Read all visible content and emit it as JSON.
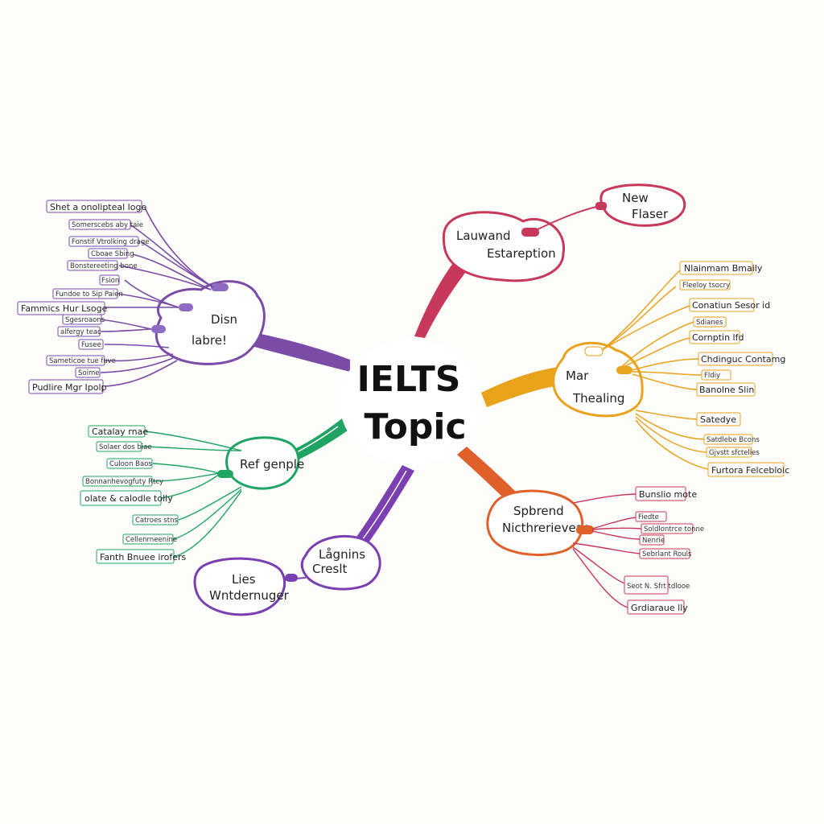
{
  "center": {
    "line1": "IELTS",
    "line2": "Topic"
  },
  "colors": {
    "purple": "#7b4ba8",
    "red": "#c8385a",
    "orange": "#e8a21c",
    "green": "#1fa463",
    "violet": "#7a3fb0",
    "coral": "#e0602a"
  },
  "branches": {
    "top_left": {
      "bubble": [
        "Disn",
        "labre!"
      ],
      "leaves": [
        "Shet a onolipteal loge",
        "Somerscebs aby taie",
        "Fonstif Vtrolking drage",
        "Cboae Sbing",
        "Bonstereeting bone",
        "Fsion",
        "Fundoe to Sip Paien",
        "Fammics Hur Lsoge",
        "Sgesroaons",
        "alfergy teac",
        "Fusee",
        "Sameticoe tue fuve",
        "Soime",
        "Pudlire Mgr Ipolp"
      ]
    },
    "top_right": {
      "bubble": [
        "Lauwand",
        "Estareption"
      ],
      "bubble2": [
        "New",
        "Flaser"
      ]
    },
    "right": {
      "bubble": [
        "Mar",
        "Thealing"
      ],
      "leaves": [
        "Nlainmam Bmaily",
        "Fleeloy tsocry",
        "Conatiun Sesor id",
        "Sdianes",
        "Cornptin lfd",
        "Chdinguc Contamg",
        "Fldiy",
        "Banolne Slin",
        "Satedye",
        "Satdlebe Bcons",
        "Gjvstt sfctelies",
        "Furtora Felcebloic"
      ]
    },
    "left": {
      "bubble": [
        "Ref genple"
      ],
      "leaves": [
        "Catalay rnae",
        "Solaer dos biae",
        "Culoon Baos",
        "Bonnanhevogfuty Rtcy",
        "olate & calodle tolly",
        "Catroes stns",
        "Cellenrneenine",
        "Fanth Bnuee irofers"
      ]
    },
    "bottom": {
      "bubble": [
        "Lågnins",
        "Creslt"
      ],
      "bubble2": [
        "Lies",
        "Wntdernuger"
      ]
    },
    "bottom_right": {
      "bubble": [
        "Spbrend",
        "Nicthrerieveas"
      ],
      "leaves": [
        "Bunslio mote",
        "Fiedte",
        "Soldlontrce tonne",
        "Nenrie",
        "Sebrlant Rouls",
        "Seot N. Sfrt tdlooe",
        "Grdiaraue lly"
      ]
    }
  }
}
